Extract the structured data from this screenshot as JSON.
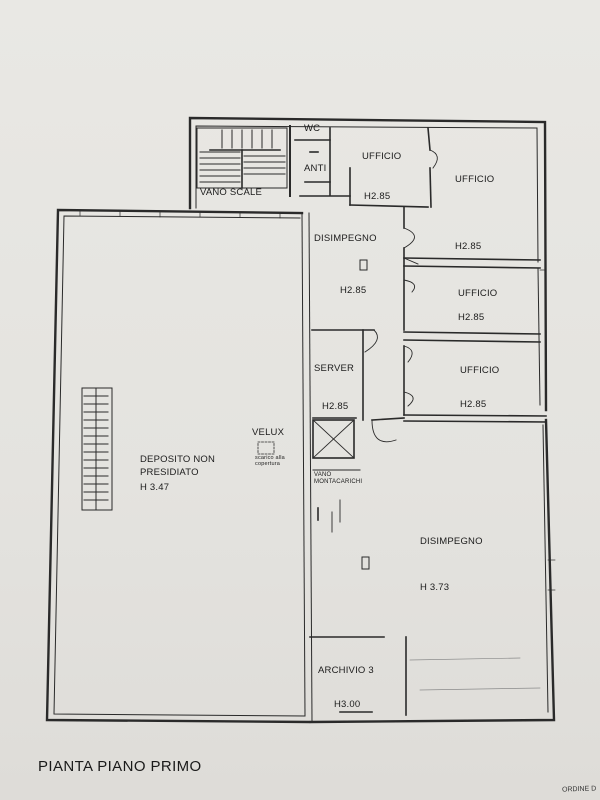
{
  "drawing": {
    "title": "PIANTA PIANO PRIMO",
    "corner_text": "ORDINE D"
  },
  "rooms": {
    "wc": {
      "name": "WC"
    },
    "anti": {
      "name": "ANTI"
    },
    "vano_scale": {
      "name": "VANO SCALE"
    },
    "ufficio_1": {
      "name": "UFFICIO",
      "height": "H2.85"
    },
    "ufficio_2": {
      "name": "UFFICIO",
      "height": "H2.85"
    },
    "ufficio_3": {
      "name": "UFFICIO",
      "height": "H2.85"
    },
    "ufficio_4": {
      "name": "UFFICIO",
      "height": "H2.85"
    },
    "disimpegno_1": {
      "name": "DISIMPEGNO",
      "height": "H2.85"
    },
    "server": {
      "name": "SERVER",
      "height": "H2.85"
    },
    "deposito": {
      "name_line1": "DEPOSITO NON",
      "name_line2": "PRESIDIATO",
      "height": "H 3.47"
    },
    "velux": {
      "name": "VELUX",
      "note_line1": "scarico alla",
      "note_line2": "copertura"
    },
    "montacarichi": {
      "name_line1": "VANO",
      "name_line2": "MONTACARICHI"
    },
    "disimpegno_2": {
      "name": "DISIMPEGNO",
      "height": "H 3.73"
    },
    "archivio": {
      "name": "ARCHIVIO 3",
      "height": "H3.00"
    }
  }
}
